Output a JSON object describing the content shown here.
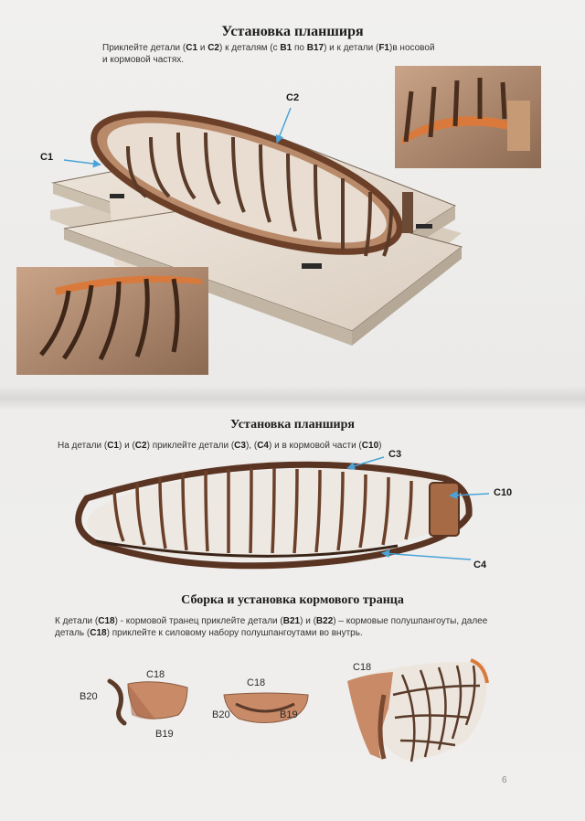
{
  "section1": {
    "title": "Установка планширя",
    "t1": "Приклейте детали (",
    "b1": "C1",
    "t2": " и ",
    "b2": "C2",
    "t3": ") к деталям (с ",
    "b3": "B1",
    "t4": " по ",
    "b4": "B17",
    "t5": ") и к детали (",
    "b5": "F1",
    "t6": ")в носовой",
    "t7": "и кормовой частях."
  },
  "section2": {
    "title": "Установка планширя",
    "t1": "На детали (",
    "b1": "C1",
    "t2": ") и (",
    "b2": "C2",
    "t3": ") приклейте детали (",
    "b3": "C3",
    "t4": "), (",
    "b4": "C4",
    "t5": ") и в кормовой части (",
    "b5": "C10",
    "t6": ")"
  },
  "section3": {
    "title": "Сборка и установка кормового транца",
    "t1": "К детали (",
    "b1": "C18",
    "t2": ") - кормовой транец приклейте  детали (",
    "b2": "B21",
    "t3": ") и (",
    "b3": "B22",
    "t4": ") – кормовые полушпангоуты, далее",
    "t5": "деталь (",
    "b4": "C18",
    "t6": ") приклейте к силовому набору полушпангоутами во внутрь."
  },
  "labels": {
    "c1": "C1",
    "c2": "C2",
    "c3": "C3",
    "c4": "C4",
    "c10": "C10",
    "c18": "C18",
    "b19": "B19",
    "b20": "B20"
  },
  "page_number": "6"
}
